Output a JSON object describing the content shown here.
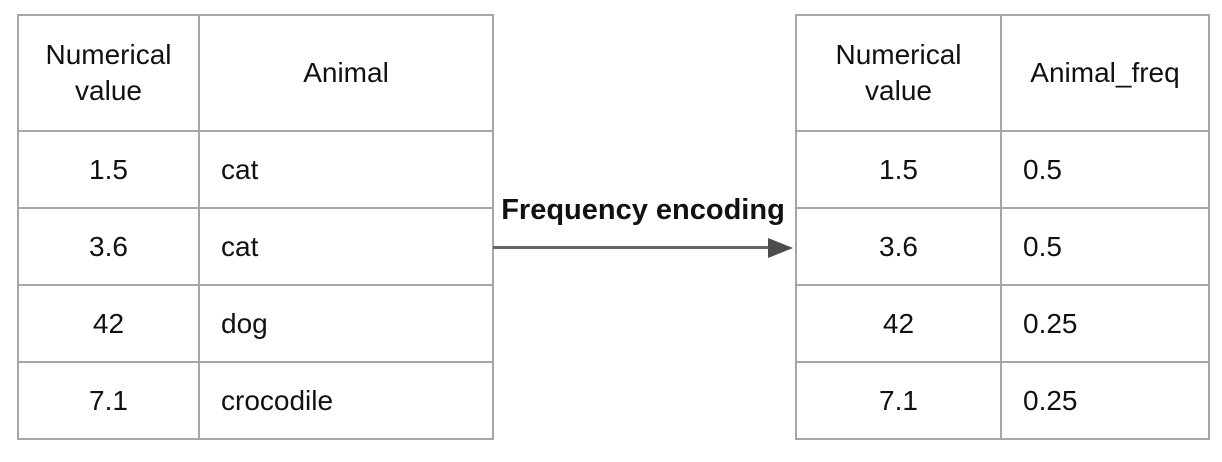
{
  "diagram": {
    "arrow_label": "Frequency encoding"
  },
  "left_table": {
    "headers": [
      "Numerical value",
      "Animal"
    ],
    "rows": [
      [
        "1.5",
        "cat"
      ],
      [
        "3.6",
        "cat"
      ],
      [
        "42",
        "dog"
      ],
      [
        "7.1",
        "crocodile"
      ]
    ]
  },
  "right_table": {
    "headers": [
      "Numerical value",
      "Animal_freq"
    ],
    "rows": [
      [
        "1.5",
        "0.5"
      ],
      [
        "3.6",
        "0.5"
      ],
      [
        "42",
        "0.25"
      ],
      [
        "7.1",
        "0.25"
      ]
    ]
  },
  "colors": {
    "table_border": "#a6a6a6",
    "arrow_line": "#666666",
    "arrow_head": "#4d4d4d",
    "text": "#111111",
    "background": "#ffffff"
  }
}
